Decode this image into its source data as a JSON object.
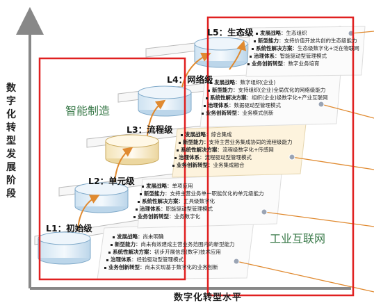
{
  "axes": {
    "y_label": "数字化转型发展阶段",
    "x_label": "数字化转型水平"
  },
  "overlays": {
    "left_box_label": "智能制造",
    "right_box_label": "工业互联网",
    "box_color": "#e02020"
  },
  "levels": [
    {
      "title": "L1：初始级",
      "lines": [
        {
          "key": "发展战略",
          "value": "尚未明确"
        },
        {
          "key": "新型能力",
          "value": "尚未有效建成主营业务范围内的新型能力"
        },
        {
          "key": "系统性解决方案",
          "value": "初步开展信息(数字)技术应用"
        },
        {
          "key": "治理体系",
          "value": "经验驱动型管理模式"
        },
        {
          "key": "业务创新转型",
          "value": "尚未实现基于数字化的业务创新"
        }
      ]
    },
    {
      "title": "L2：单元级",
      "lines": [
        {
          "key": "发展战略",
          "value": "单项应用"
        },
        {
          "key": "新型能力",
          "value": "支持主营业务单一职能优化的单元级能力"
        },
        {
          "key": "系统性解决方案",
          "value": "工具级数字化"
        },
        {
          "key": "治理体系",
          "value": "职能驱动型管理模式"
        },
        {
          "key": "业务创新转型",
          "value": "业务数字化"
        }
      ]
    },
    {
      "title": "L3：流程级",
      "lines": [
        {
          "key": "发展战略",
          "value": "综合集成"
        },
        {
          "key": "新型能力",
          "value": "支持主营业务集成协同的流程级能力"
        },
        {
          "key": "系统性解决方案",
          "value": "流程级数字化+传感网"
        },
        {
          "key": "治理体系",
          "value": "流程驱动型管理模式"
        },
        {
          "key": "业务创新转型",
          "value": "业务集成融合"
        }
      ]
    },
    {
      "title": "L4：网络级",
      "lines": [
        {
          "key": "发展战略",
          "value": "数字组织(企业)"
        },
        {
          "key": "新型能力",
          "value": "支持组织(企业)全局优化的网络级能力"
        },
        {
          "key": "系统性解决方案",
          "value": "组织(企业)级数字化+产业互联网"
        },
        {
          "key": "治理体系",
          "value": "数据驱动型管理模式"
        },
        {
          "key": "业务创新转型",
          "value": "业务模式创新"
        }
      ]
    },
    {
      "title": "L5：生态级",
      "lines": [
        {
          "key": "发展战略",
          "value": "生态组织"
        },
        {
          "key": "新型能力",
          "value": "支持价值开放共创的生态级能力"
        },
        {
          "key": "系统性解决方案",
          "value": "生态级数字化+泛在物联网"
        },
        {
          "key": "治理体系",
          "value": "智能驱动型管理模式"
        },
        {
          "key": "业务创新转型",
          "value": "数字业务培育"
        }
      ]
    }
  ]
}
